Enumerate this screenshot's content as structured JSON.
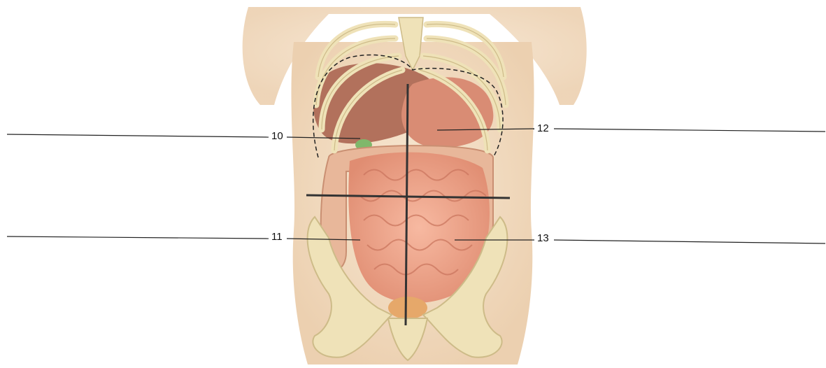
{
  "labels": {
    "upper_right_quadrant": "10",
    "upper_left_quadrant": "12",
    "lower_right_quadrant": "11",
    "lower_left_quadrant": "13"
  },
  "colors": {
    "skin": "#f3dcc0",
    "bone": "#efe2b8",
    "liver": "#b2715c",
    "stomach": "#d98c74",
    "small_intestine": "#f0a58c",
    "large_intestine": "#e8b79a",
    "gallbladder": "#7fb86b",
    "bladder": "#e6a86a"
  }
}
